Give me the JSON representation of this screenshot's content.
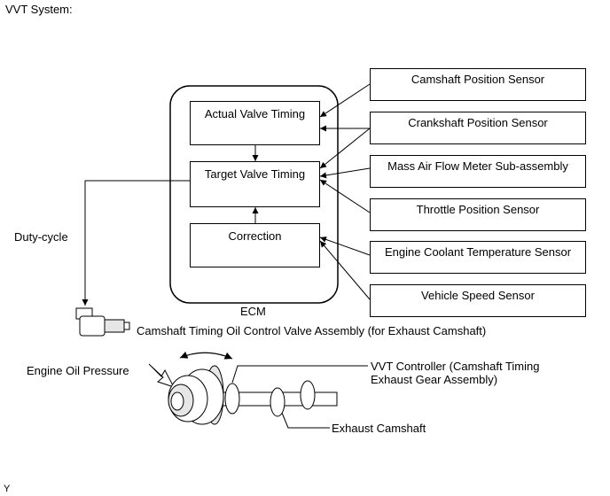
{
  "title": "VVT System:",
  "ecm": {
    "label": "ECM",
    "blocks": {
      "actual": "Actual Valve Timing",
      "target": "Target Valve Timing",
      "correction": "Correction"
    }
  },
  "sensors": [
    "Camshaft Position Sensor",
    "Crankshaft Position Sensor",
    "Mass Air Flow Meter Sub-assembly",
    "Throttle Position Sensor",
    "Engine Coolant Temperature Sensor",
    "Vehicle Speed Sensor"
  ],
  "labels": {
    "duty_cycle": "Duty-cycle",
    "ocv": "Camshaft Timing Oil Control Valve Assembly (for Exhaust Camshaft)",
    "engine_oil_pressure": "Engine Oil Pressure",
    "vvt_controller_line1": "VVT Controller (Camshaft Timing",
    "vvt_controller_line2": "Exhaust Gear Assembly)",
    "exhaust_camshaft": "Exhaust Camshaft",
    "corner_mark": "Y"
  },
  "colors": {
    "line": "#000000",
    "background": "#ffffff",
    "fill_gray": "#e6e6e6"
  }
}
